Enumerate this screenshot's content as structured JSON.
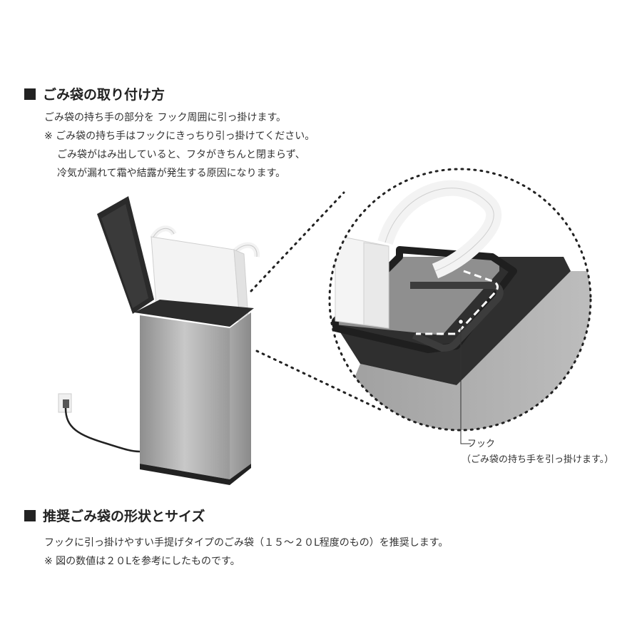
{
  "section1": {
    "title": "ごみ袋の取り付け方",
    "lines": [
      "ごみ袋の持ち手の部分を フック周囲に引っ掛けます。",
      "※ ごみ袋の持ち手はフックにきっちり引っ掛けてください。",
      "ごみ袋がはみ出していると、フタがきちんと閉まらず、",
      "冷気が漏れて霜や結露が発生する原因になります。"
    ]
  },
  "callout": {
    "label": "フック",
    "note": "（ごみ袋の持ち手を引っ掛けます。）"
  },
  "section2": {
    "title": "推奨ごみ袋の形状とサイズ",
    "lines": [
      "フックに引っ掛けやすい手提げタイプのごみ袋（１５～２０L程度のもの）を推奨します。",
      "※ 図の数値は２０Lを参考にしたものです。"
    ]
  },
  "colors": {
    "heading_square": "#222222",
    "bin_body": "#a9a9a9",
    "lid": "#2b2b2b",
    "bag": "#f2f2f2"
  }
}
